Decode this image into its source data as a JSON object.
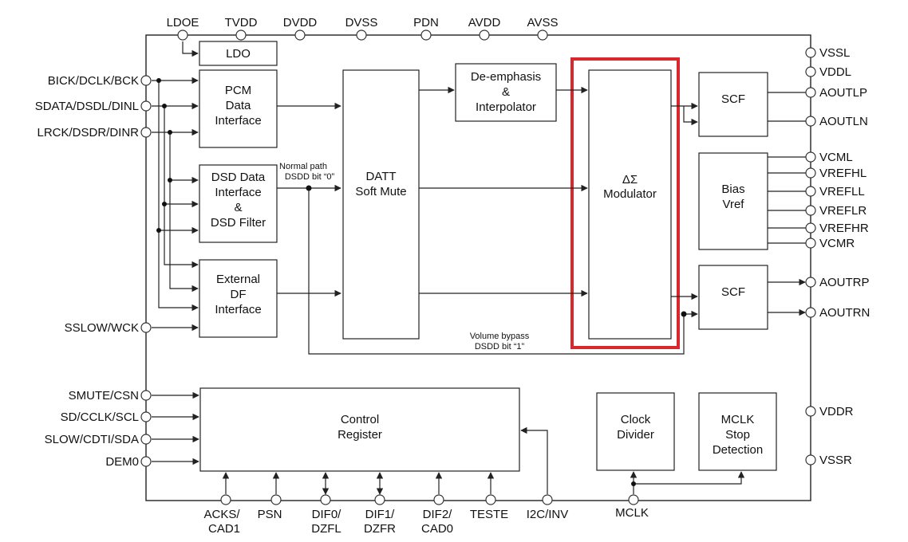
{
  "pins": {
    "ldoe": "LDOE",
    "tvdd": "TVDD",
    "dvdd": "DVDD",
    "dvss": "DVSS",
    "pdn": "PDN",
    "avdd": "AVDD",
    "avss": "AVSS",
    "bick": "BICK/DCLK/BCK",
    "sdata": "SDATA/DSDL/DINL",
    "lrck": "LRCK/DSDR/DINR",
    "sslow": "SSLOW/WCK",
    "smute": "SMUTE/CSN",
    "sd": "SD/CCLK/SCL",
    "slow": "SLOW/CDTI/SDA",
    "dem0": "DEM0",
    "vssl": "VSSL",
    "vddl": "VDDL",
    "aoutlp": "AOUTLP",
    "aoutln": "AOUTLN",
    "vcml": "VCML",
    "vrefhl": "VREFHL",
    "vrefll": "VREFLL",
    "vreflr": "VREFLR",
    "vrefhr": "VREFHR",
    "vcmr": "VCMR",
    "aoutrp": "AOUTRP",
    "aoutrn": "AOUTRN",
    "vddr": "VDDR",
    "vssr": "VSSR",
    "acks_1": "ACKS/",
    "acks_2": "CAD1",
    "psn": "PSN",
    "dif0_1": "DIF0/",
    "dif0_2": "DZFL",
    "dif1_1": "DIF1/",
    "dif1_2": "DZFR",
    "dif2_1": "DIF2/",
    "dif2_2": "CAD0",
    "teste": "TESTE",
    "i2c": "I2C/INV",
    "mclk": "MCLK"
  },
  "blocks": {
    "ldo": "LDO",
    "pcm": [
      "PCM",
      "Data",
      "Interface"
    ],
    "dsd": [
      "DSD Data",
      "Interface",
      "&",
      "DSD Filter"
    ],
    "ext": [
      "External",
      "DF",
      "Interface"
    ],
    "datt": [
      "DATT",
      "Soft Mute"
    ],
    "deemph": [
      "De-emphasis",
      "&",
      "Interpolator"
    ],
    "modulator": [
      "ΔΣ",
      "Modulator"
    ],
    "scf_l": "SCF",
    "bias": [
      "Bias",
      "Vref"
    ],
    "scf_r": "SCF",
    "ctrl": [
      "Control",
      "Register"
    ],
    "clkdiv": [
      "Clock",
      "Divider"
    ],
    "mclkstop": [
      "MCLK",
      "Stop",
      "Detection"
    ]
  },
  "annotations": {
    "normal_1": "Normal path",
    "normal_2": "DSDD bit “0”",
    "bypass_1": "Volume bypass",
    "bypass_2": "DSDD bit “1”"
  },
  "colors": {
    "highlight": "#d9272e",
    "line": "#222222"
  }
}
